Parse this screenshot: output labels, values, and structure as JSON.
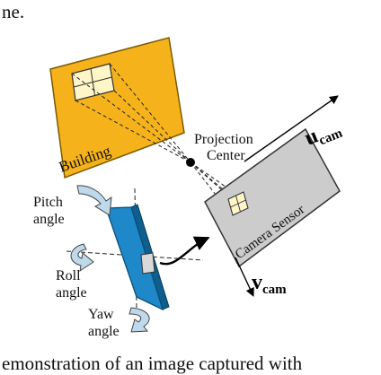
{
  "caption_top_fragment": "ne.",
  "caption_bottom_fragment": "emonstration of an image captured with",
  "labels": {
    "building": "Building",
    "projection_center_line1": "Projection",
    "projection_center_line2": "Center",
    "camera_sensor": "Camera Sensor",
    "pitch_line1": "Pitch",
    "pitch_line2": "angle",
    "roll_line1": "Roll",
    "roll_line2": "angle",
    "yaw_line1": "Yaw",
    "yaw_line2": "angle",
    "u_main": "u",
    "u_sub": "cam",
    "v_main": "v",
    "v_sub": "cam"
  },
  "colors": {
    "building": "#F5B21B",
    "window": "#FFF6C8",
    "sensor": "#CCCCCC",
    "camera_body": "#1E88C9",
    "arrow_fill": "#BFD9EC"
  }
}
